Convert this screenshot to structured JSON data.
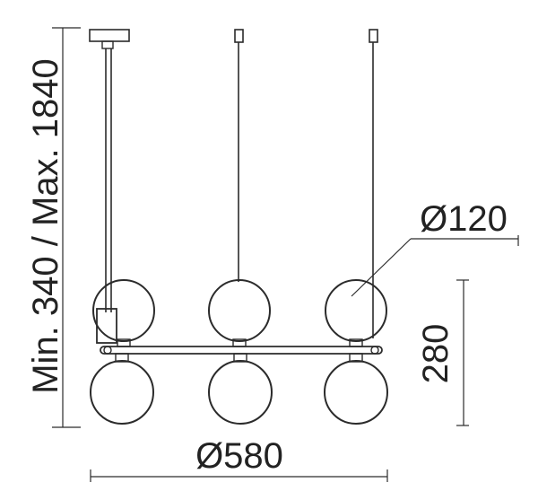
{
  "dimensions": {
    "height_range": "Min. 340 / Max. 1840",
    "globe_diameter": "Ø120",
    "fixture_height": "280",
    "overall_width": "Ø580"
  },
  "colors": {
    "line": "#2b2b2b",
    "text": "#222222",
    "background": "#ffffff"
  }
}
